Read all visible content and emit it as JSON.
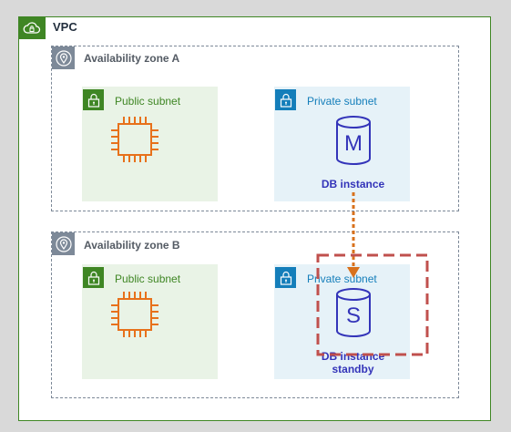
{
  "vpc": {
    "title": "VPC"
  },
  "zone_a": {
    "title": "Availability zone A",
    "public_subnet": {
      "title": "Public subnet"
    },
    "private_subnet": {
      "title": "Private subnet",
      "db_letter": "M",
      "db_label": "DB instance"
    }
  },
  "zone_b": {
    "title": "Availability zone B",
    "public_subnet": {
      "title": "Public subnet"
    },
    "private_subnet": {
      "title": "Private subnet",
      "db_letter": "S",
      "db_label_line1": "DB instance",
      "db_label_line2": "standby"
    }
  },
  "colors": {
    "vpc_green": "#3f8624",
    "compute_orange": "#e7711b",
    "database_blue": "#3334b9",
    "private_blue": "#147eba",
    "replication_arrow": "#d8711c",
    "standby_highlight": "#c0504d"
  }
}
